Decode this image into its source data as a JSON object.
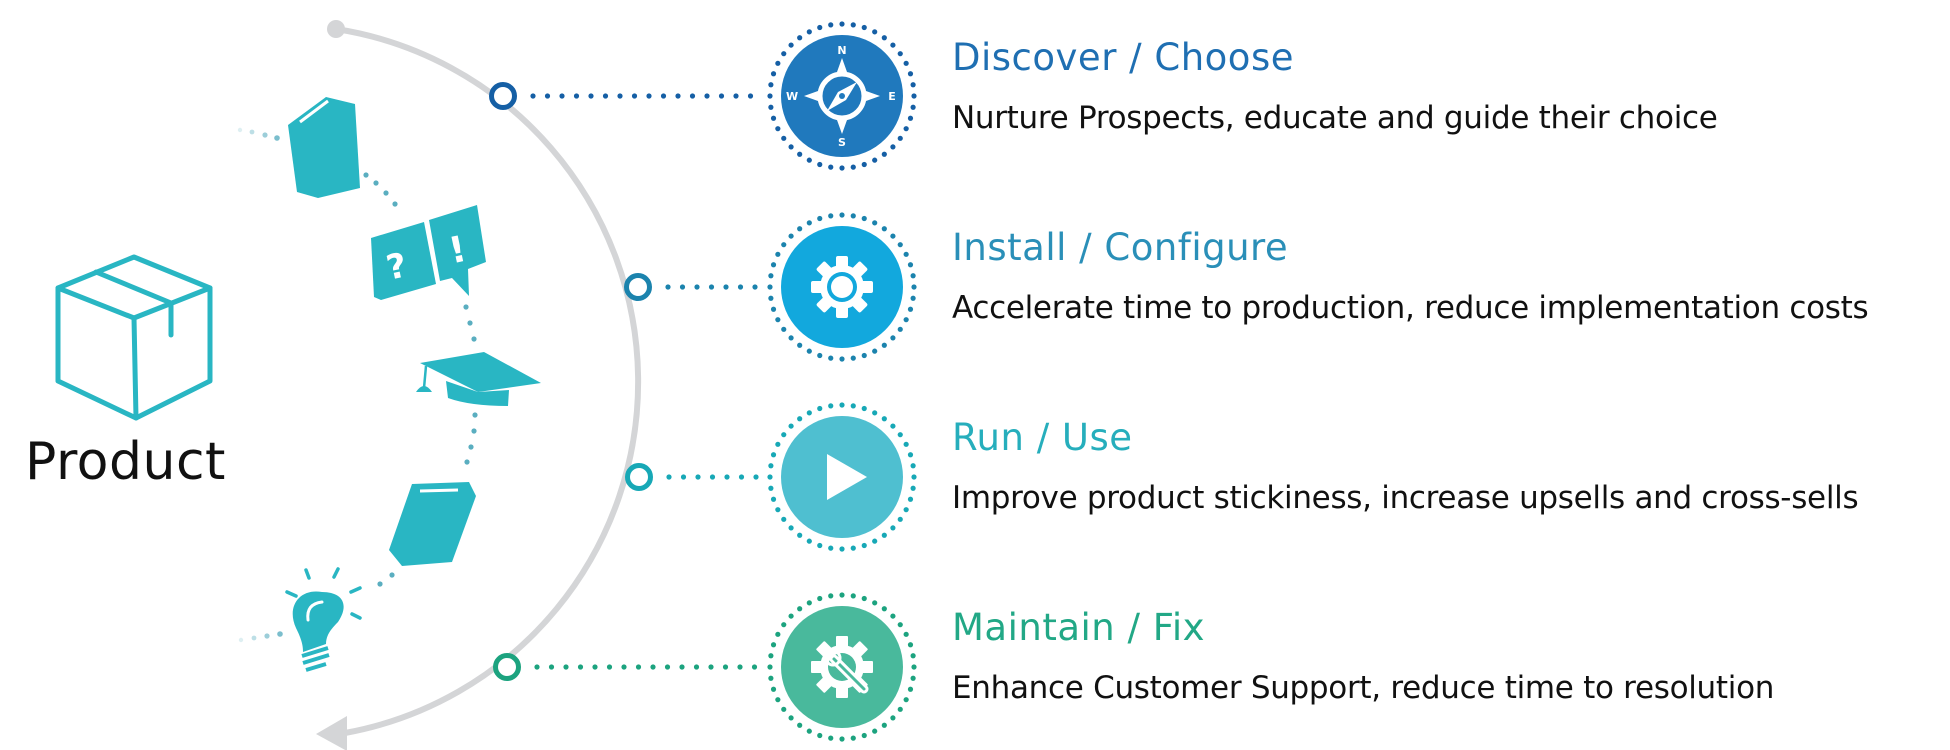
{
  "product": {
    "label": "Product",
    "icon": "box-icon"
  },
  "journey_icons": [
    "book-icon",
    "question-exclamation-bubble-icon",
    "graduation-cap-icon",
    "book-icon",
    "lightbulb-icon"
  ],
  "stages": [
    {
      "title": "Discover / Choose",
      "description": "Nurture Prospects, educate and guide their choice",
      "icon": "compass-icon",
      "color": "#1f6fb2",
      "fill": "#2079bd",
      "node": "#155fa5"
    },
    {
      "title": "Install / Configure",
      "description": "Accelerate time to production, reduce implementation costs",
      "icon": "gear-icon",
      "color": "#2a8fb8",
      "fill": "#12a8dd",
      "node": "#1b83ad"
    },
    {
      "title": "Run / Use",
      "description": "Improve product stickiness, increase upsells and cross-sells",
      "icon": "play-icon",
      "color": "#26aebc",
      "fill": "#4fbfd0",
      "node": "#17a8b6"
    },
    {
      "title": "Maintain / Fix",
      "description": "Enhance Customer Support, reduce time to resolution",
      "icon": "gear-wrench-icon",
      "color": "#22a886",
      "fill": "#49b99c",
      "node": "#1ca37f"
    }
  ],
  "colors": {
    "arc": "#d4d5d7",
    "teal_icon": "#29b6c3",
    "text": "#111111"
  }
}
